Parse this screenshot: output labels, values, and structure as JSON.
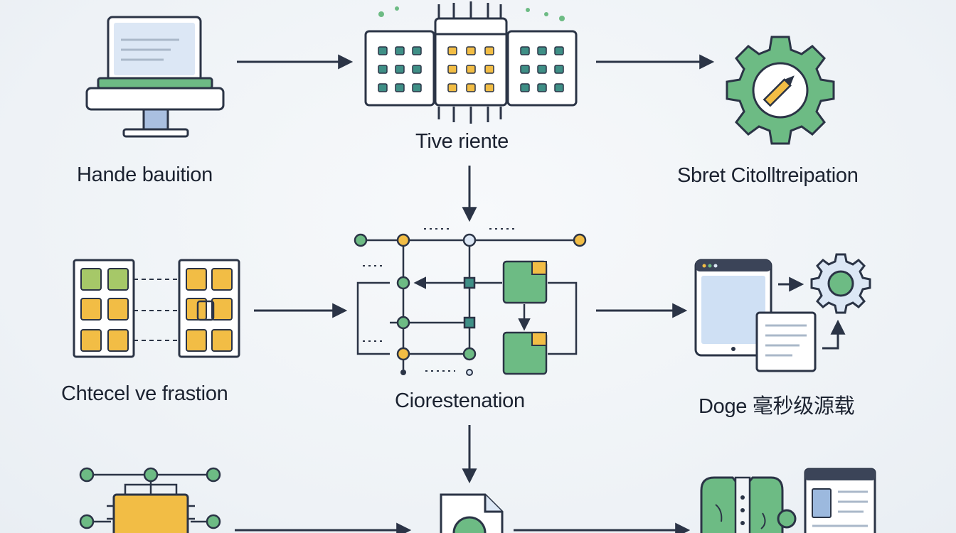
{
  "nodes": {
    "hardware": {
      "label": "Hande bauition",
      "icon": "monitor-icon"
    },
    "five_mente": {
      "label": "Tive riente",
      "icon": "server-rack-icon"
    },
    "settings": {
      "label": "Sbret Citolltreipation",
      "icon": "gear-pencil-icon"
    },
    "grid_transfer": {
      "label": "Chtecel ve frastion",
      "icon": "grid-transfer-icon"
    },
    "orchestration": {
      "label": "Ciorestenation",
      "icon": "network-flow-icon"
    },
    "doge": {
      "label": "Doge 毫秒级源载",
      "icon": "tablet-document-gear-icon"
    },
    "chip": {
      "label": "",
      "icon": "chip-circuit-icon"
    },
    "document": {
      "label": "",
      "icon": "document-icon"
    },
    "clothing": {
      "label": "",
      "icon": "jacket-icon"
    },
    "webpage": {
      "label": "",
      "icon": "webpage-icon"
    }
  },
  "colors": {
    "stroke": "#2b3446",
    "green": "#6dbb84",
    "green_dark": "#3f8f5d",
    "yellow": "#f2bd45",
    "teal": "#3f8f86",
    "screen_blue": "#d6e4f7",
    "background": "#f1f4f7"
  }
}
